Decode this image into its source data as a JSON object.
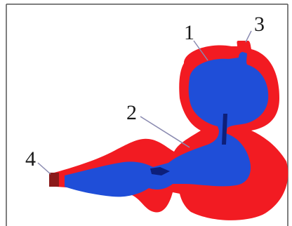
{
  "labels": [
    {
      "id": "1",
      "text": "1"
    },
    {
      "id": "2",
      "text": "2"
    },
    {
      "id": "3",
      "text": "3"
    },
    {
      "id": "4",
      "text": "4"
    }
  ],
  "colors": {
    "outer": "#f21b22",
    "inner": "#1f4ed8",
    "tip": "#8b1a1a",
    "leader": "#8a8ab0",
    "border": "#555555"
  }
}
